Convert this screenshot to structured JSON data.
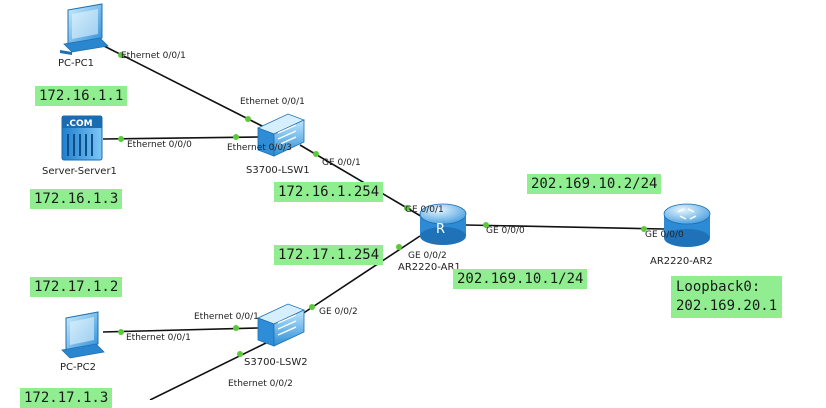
{
  "devices": {
    "pc1": {
      "label": "PC-PC1",
      "icon": "pc-icon"
    },
    "server1": {
      "label": "Server-Server1",
      "icon": "server-icon",
      "badge": ".COM"
    },
    "lsw1": {
      "label": "S3700-LSW1",
      "icon": "switch-icon"
    },
    "ar1": {
      "label": "AR2220-AR1",
      "icon": "router-icon",
      "badge": "R"
    },
    "ar2": {
      "label": "AR2220-AR2",
      "icon": "router-icon"
    },
    "lsw2": {
      "label": "S3700-LSW2",
      "icon": "switch-icon"
    },
    "pc2": {
      "label": "PC-PC2",
      "icon": "pc-icon"
    }
  },
  "ports": {
    "pc1_e001": "Ethernet 0/0/1",
    "lsw1_e001": "Ethernet 0/0/1",
    "server1_e000": "Ethernet 0/0/0",
    "lsw1_e003": "Ethernet 0/0/3",
    "lsw1_ge001": "GE 0/0/1",
    "ar1_ge001": "GE 0/0/1",
    "ar1_ge002": "GE 0/0/2",
    "ar1_ge000": "GE 0/0/0",
    "ar2_ge000": "GE 0/0/0",
    "lsw2_e001": "Ethernet 0/0/1",
    "pc2_e001": "Ethernet 0/0/1",
    "lsw2_ge002": "GE 0/0/2",
    "lsw2_e002": "Ethernet 0/0/2"
  },
  "addresses": {
    "pc1": "172.16.1.1",
    "server1": "172.16.1.3",
    "ar1_g1": "172.16.1.254",
    "ar1_g2": "172.17.1.254",
    "ar2_g0": "202.169.10.2/24",
    "ar1_g0": "202.169.10.1/24",
    "pc2": "172.17.1.2",
    "lower": "172.17.1.3",
    "loopback_line1": "Loopback0:",
    "loopback_line2": "202.169.20.1"
  },
  "colors": {
    "label_bg": "#90ee90",
    "link": "#111111",
    "port_dot": "#5cc93a",
    "device_blue": "#3aa0e6"
  }
}
